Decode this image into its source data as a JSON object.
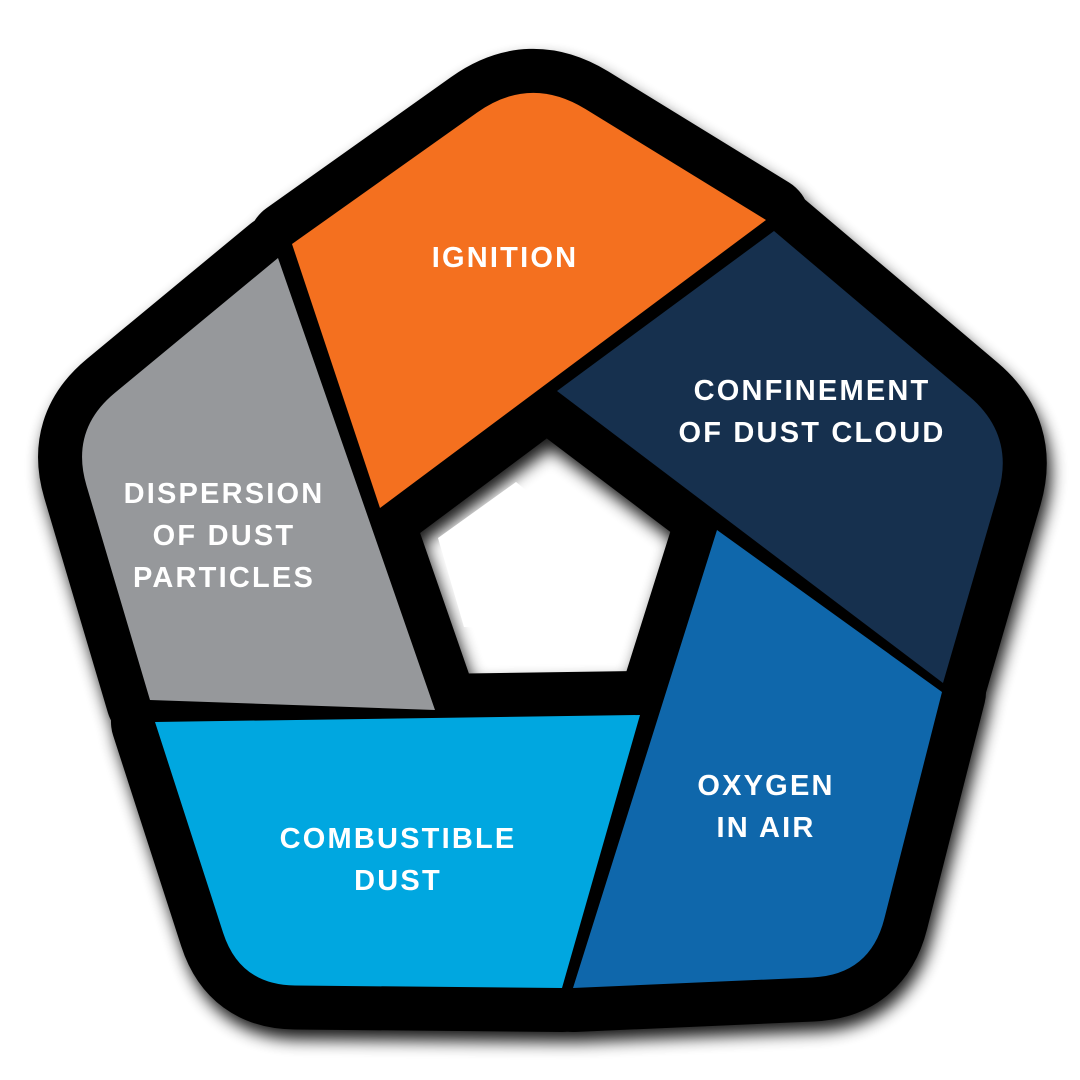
{
  "diagram": {
    "type": "pentagon-cycle-diagram",
    "background_color": "#FFFFFF",
    "outline_color": "#000000",
    "center_shape_color": "#FFFFFF",
    "label_color": "#FFFFFF",
    "segments": [
      {
        "label": "IGNITION",
        "lines": [
          "IGNITION"
        ],
        "color": "#F4701F"
      },
      {
        "label": "CONFINEMENT OF DUST CLOUD",
        "lines": [
          "CONFINEMENT",
          "OF DUST CLOUD"
        ],
        "color": "#16304E"
      },
      {
        "label": "OXYGEN IN AIR",
        "lines": [
          "OXYGEN",
          "IN AIR"
        ],
        "color": "#0F67AB"
      },
      {
        "label": "COMBUSTIBLE DUST",
        "lines": [
          "COMBUSTIBLE",
          "DUST"
        ],
        "color": "#00A7E0"
      },
      {
        "label": "DISPERSION OF DUST PARTICLES",
        "lines": [
          "DISPERSION",
          "OF DUST",
          "PARTICLES"
        ],
        "color": "#96989B"
      }
    ]
  }
}
